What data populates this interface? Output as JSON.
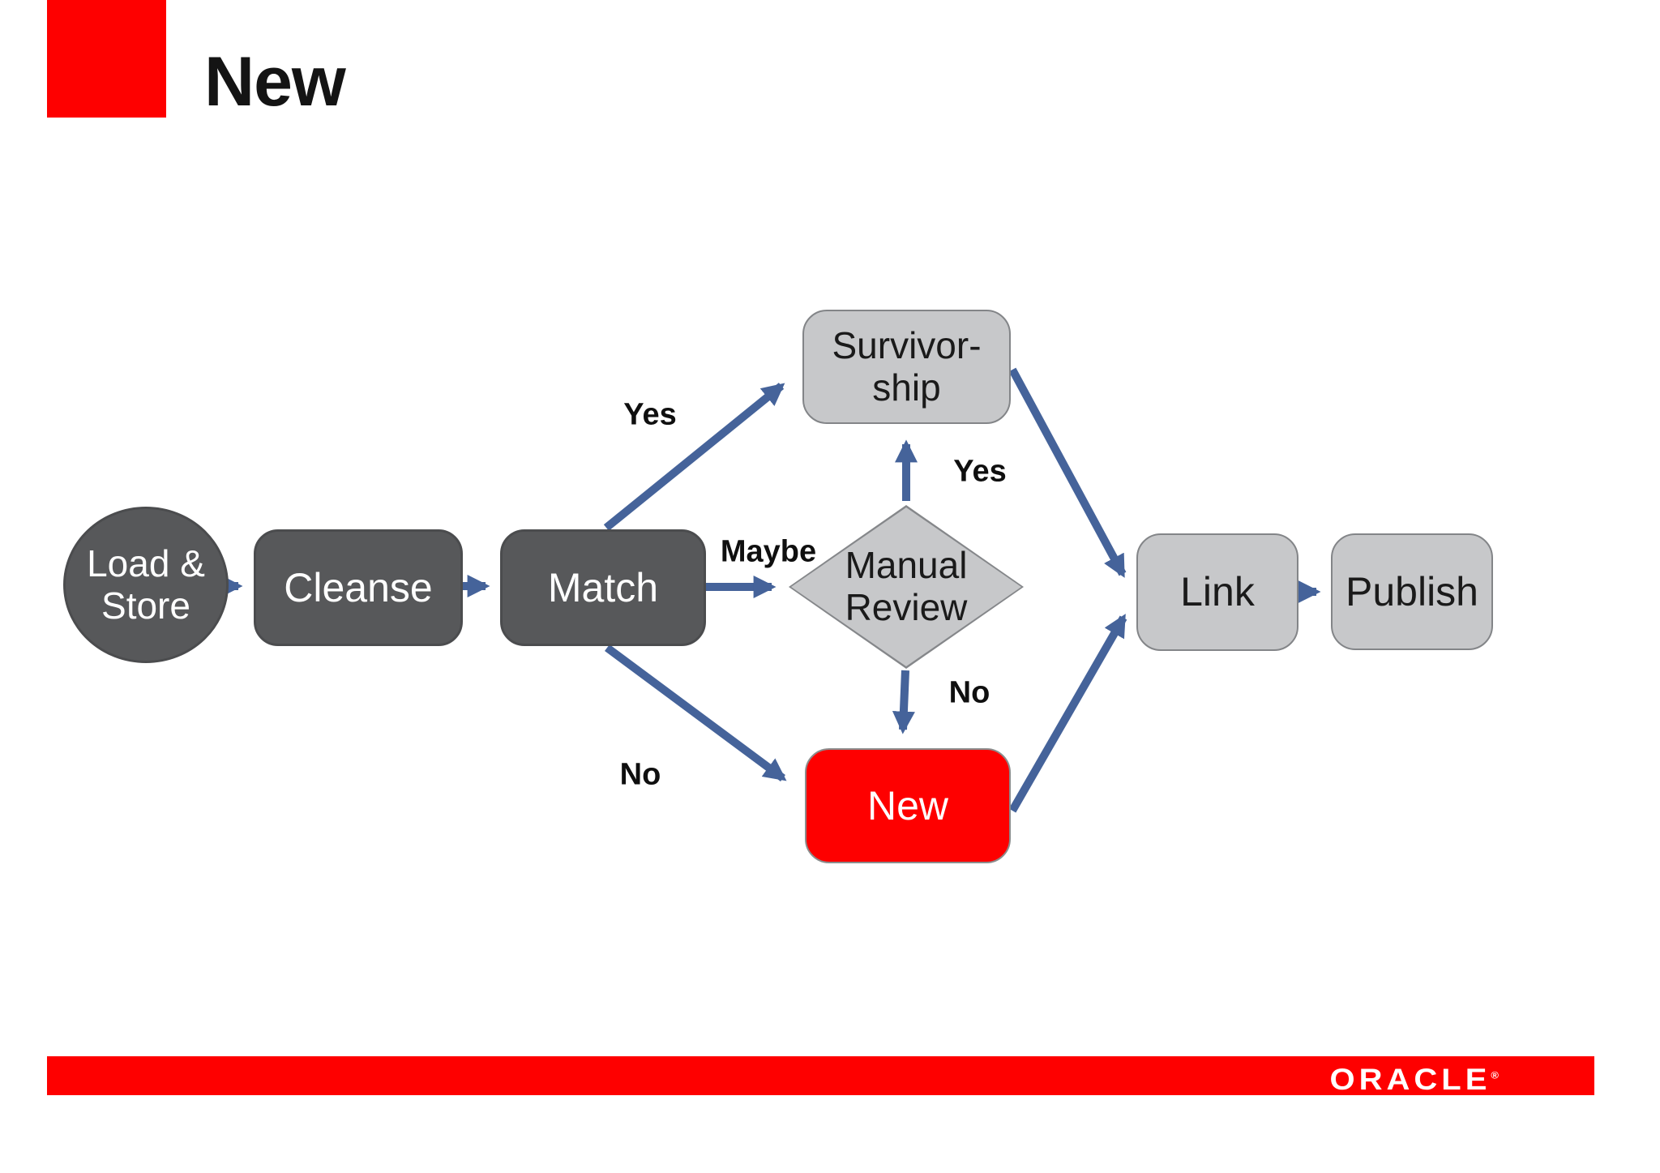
{
  "header": {
    "title": "New"
  },
  "flowchart": {
    "type": "flowchart",
    "colors": {
      "accent_red": "#FE0000",
      "dark_node_fill": "#57585A",
      "light_node_fill": "#C7C8CA",
      "light_node_border": "#838588",
      "arrow": "#45639A",
      "label_text": "#0f0f0f"
    },
    "nodes": {
      "load_store": {
        "shape": "ellipse",
        "variant": "dark",
        "line1": "Load &",
        "line2": "Store"
      },
      "cleanse": {
        "shape": "rounded-rect",
        "variant": "dark",
        "label": "Cleanse"
      },
      "match": {
        "shape": "rounded-rect",
        "variant": "dark",
        "label": "Match"
      },
      "survivorship": {
        "shape": "rounded-rect",
        "variant": "light",
        "line1": "Survivor-",
        "line2": "ship"
      },
      "manual_review": {
        "shape": "diamond",
        "variant": "light",
        "line1": "Manual",
        "line2": "Review"
      },
      "new_record": {
        "shape": "rounded-rect",
        "variant": "red",
        "label": "New"
      },
      "link": {
        "shape": "rounded-rect",
        "variant": "light",
        "label": "Link"
      },
      "publish": {
        "shape": "rounded-rect",
        "variant": "light",
        "label": "Publish"
      }
    },
    "edges": [
      {
        "from": "load_store",
        "to": "cleanse",
        "label": ""
      },
      {
        "from": "cleanse",
        "to": "match",
        "label": ""
      },
      {
        "from": "match",
        "to": "survivorship",
        "label": "Yes"
      },
      {
        "from": "match",
        "to": "manual_review",
        "label": "Maybe"
      },
      {
        "from": "match",
        "to": "new_record",
        "label": "No"
      },
      {
        "from": "manual_review",
        "to": "survivorship",
        "label": "Yes"
      },
      {
        "from": "manual_review",
        "to": "new_record",
        "label": "No"
      },
      {
        "from": "survivorship",
        "to": "link",
        "label": ""
      },
      {
        "from": "new_record",
        "to": "link",
        "label": ""
      },
      {
        "from": "link",
        "to": "publish",
        "label": ""
      }
    ]
  },
  "footer": {
    "brand": "ORACLE",
    "registered": "®"
  }
}
